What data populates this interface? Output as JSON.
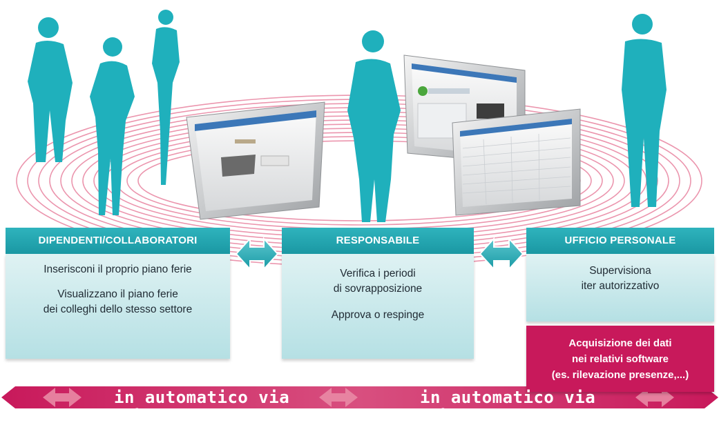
{
  "colors": {
    "teal": "#1fa6b0",
    "teal_light": "#c9eaec",
    "magenta": "#c8195b",
    "ring_pink": "#e87b9a"
  },
  "roles": [
    {
      "title": "DIPENDENTI/COLLABORATORI",
      "lines": [
        "Inserisconi il proprio piano ferie",
        "Visualizzano il piano ferie",
        "dei colleghi dello stesso settore"
      ]
    },
    {
      "title": "RESPONSABILE",
      "lines": [
        "Verifica i periodi",
        "di sovrapposizione",
        "Approva o respinge"
      ]
    },
    {
      "title": "UFFICIO PERSONALE",
      "lines": [
        "Supervisiona",
        "iter autorizzativo"
      ],
      "extra_lines": [
        "Acquisizione dei dati",
        "nei relativi software",
        "(es. rilevazione presenze,...)"
      ]
    }
  ],
  "banner": {
    "left_text": "in automatico via web",
    "right_text": "in automatico via web"
  },
  "icons": [
    "double-arrow-icon",
    "person-silhouette-icon",
    "monitor-icon"
  ]
}
